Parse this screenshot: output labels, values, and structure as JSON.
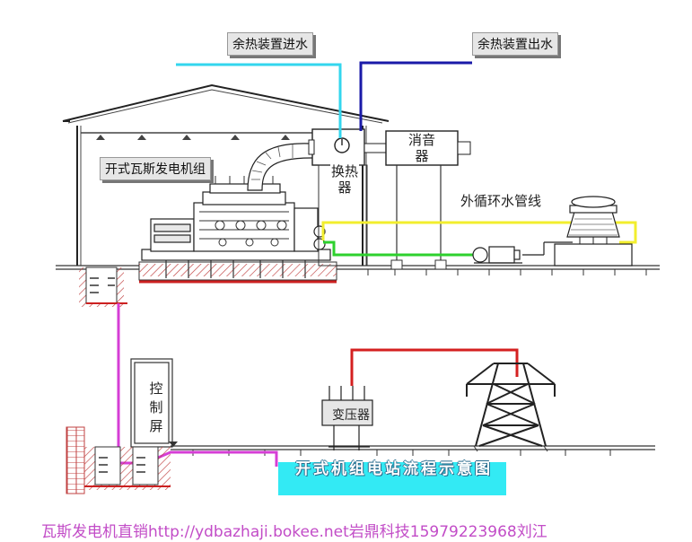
{
  "labels": {
    "heat_recovery_inlet": "余热装置进水",
    "heat_recovery_outlet": "余热装置出水",
    "genset": "开式瓦斯发电机组",
    "muffler": "消音器",
    "heat_exchanger": "换热器",
    "external_cooling_pipe": "外循环水管线",
    "control_panel": "控制屏",
    "transformer": "变压器"
  },
  "title": "开式机组电站流程示意图",
  "footer": "瓦斯发电机直销http://ydbazhaji.bokee.net岩鼎科技15979223968刘江",
  "colors": {
    "inlet_water": "#33d6ee",
    "outlet_water": "#1a1aa8",
    "cooling_loop": "#f2ee2e",
    "return_loop": "#2ed12e",
    "signal_cable": "#d63ed6",
    "power_line": "#d42020",
    "foundation": "#cc2020",
    "title_bg": "#33eaf4",
    "footer_text": "#c24cc7"
  }
}
